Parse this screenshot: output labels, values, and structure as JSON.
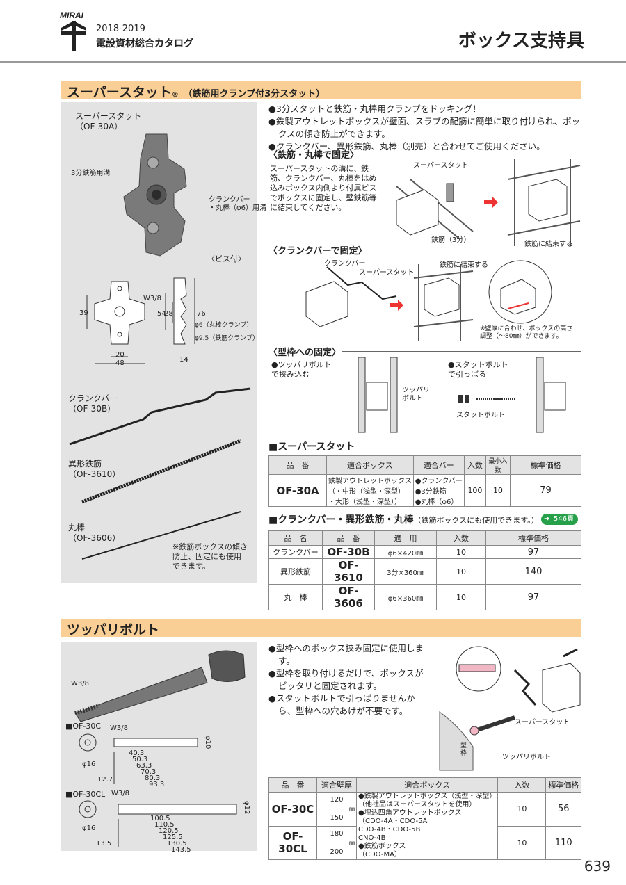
{
  "header": {
    "brand": "MIRAI",
    "year": "2018-2019",
    "catalog": "電設資材総合カタログ",
    "page_title": "ボックス支持具"
  },
  "s1": {
    "title": "スーパースタット",
    "reg": "®",
    "subtitle": "（鉄筋用クランプ付3分スタット）",
    "photo_label": "スーパースタット\n（OF-30A）",
    "groove1": "3分鉄筋用溝",
    "groove2": "クランクバー\n・丸棒（φ6）用溝",
    "screw": "〈ビス付〉",
    "dims": {
      "w38": "W3/8",
      "d39": "39",
      "d20": "20",
      "d48": "48",
      "d54": "54",
      "d28": "28",
      "d76": "76",
      "d14": "14",
      "phi6": "φ6（丸棒クランプ）",
      "phi95": "φ9.5（鉄筋クランプ）"
    },
    "crank_label": "クランクバー\n（OF-30B）",
    "rebar_label": "異形鉄筋\n（OF-3610）",
    "rod_label": "丸棒\n（OF-3606）",
    "note": "※鉄筋ボックスの傾き\n防止、固定にも使用\nできます。",
    "bullets": [
      "●3分スタットと鉄筋・丸棒用クランプをドッキング！",
      "●鉄製アウトレットボックスが壁面、スラブの配筋に簡単に取り付けられ、ボックスの傾き防止ができます。",
      "●クランクバー、異形鉄筋、丸棒（別売）と合わせてご使用ください。"
    ],
    "h_rebar": "〈鉄筋・丸棒で固定〉",
    "rebar_text": "スーパースタットの溝に、鉄筋、クランクバー、丸棒をはめ込みボックス内側より付属ビスでボックスに固定し、壁鉄筋等に結束してください。",
    "fig1": {
      "stud": "スーパースタット",
      "rebar": "鉄筋（3分）",
      "tie": "鉄筋に結束する"
    },
    "h_crank": "〈クランクバーで固定〉",
    "fig2": {
      "crank": "クランクバー",
      "stud": "スーパースタット",
      "tie": "鉄筋に結束する",
      "note": "※壁厚に合わせ、ボックスの高さ調整（～80㎜）ができます。"
    },
    "h_form": "〈型枠への固定〉",
    "fig3": {
      "a": "●ツッパリボルト\nで挟み込む",
      "b": "●スタットボルト\nで引っぱる",
      "tsuppari": "ツッパリ\nボルト",
      "stud": "スタットボルト"
    },
    "t1_heading": "■スーパースタット",
    "t1_head": [
      "品　番",
      "適合ボックス",
      "適合バー",
      "入数",
      "最小入数",
      "標準価格"
    ],
    "t1_row": {
      "code": "OF-30A",
      "box": "鉄製アウトレットボックス\n（・中形（浅型・深型）\n・大形（浅型・深型））",
      "bar": "●クランクバー\n●3分鉄筋\n●丸棒（φ6）",
      "qty": "100",
      "min": "10",
      "price": "79"
    },
    "t2_heading": "■クランクバー・異形鉄筋・丸棒",
    "t2_note": "（鉄筋ボックスにも使用できます。）",
    "t2_ref": "546頁",
    "t2_head": [
      "品　名",
      "品　番",
      "適　用",
      "入数",
      "標準価格"
    ],
    "t2_rows": [
      {
        "name": "クランクバー",
        "code": "OF-30B",
        "use": "φ6×420㎜",
        "qty": "10",
        "price": "97"
      },
      {
        "name": "異形鉄筋",
        "code": "OF-3610",
        "use": "3分×360㎜",
        "qty": "10",
        "price": "140"
      },
      {
        "name": "丸　棒",
        "code": "OF-3606",
        "use": "φ6×360㎜",
        "qty": "10",
        "price": "97"
      }
    ]
  },
  "s2": {
    "title": "ツッパリボルト",
    "w38": "W3/8",
    "c_label": "■OF-30C",
    "cl_label": "■OF-30CL",
    "c_dims": [
      "40.3",
      "50.3",
      "63.3",
      "70.3",
      "80.3",
      "93.3"
    ],
    "c_phi16": "φ16",
    "c_phi10": "φ10",
    "c_left": "12.7",
    "c_w": "W3/8",
    "cl_dims": [
      "100.5",
      "110.5",
      "120.5",
      "125.5",
      "130.5",
      "143.5"
    ],
    "cl_phi16": "φ16",
    "cl_phi12": "φ12",
    "cl_left": "13.5",
    "cl_w": "W3/8",
    "bullets": [
      "●型枠へのボックス挟み固定に使用します。",
      "●型枠を取り付けるだけで、ボックスがピッタリと固定されます。",
      "●スタットボルトで引っぱりませんから、型枠への穴あけが不要です。"
    ],
    "fig": {
      "stud": "スーパースタット",
      "bolt": "ツッパリボルト",
      "form": "型\n枠"
    },
    "t_head": [
      "品　番",
      "適合壁厚",
      "適合ボックス",
      "入数",
      "標準価格"
    ],
    "rows": [
      {
        "code": "OF-30C",
        "wall1": "120",
        "wall2": "150",
        "unit": "㎜",
        "qty": "10",
        "price": "56"
      },
      {
        "code": "OF-30CL",
        "wall1": "180",
        "wall2": "200",
        "unit": "㎜",
        "qty": "10",
        "price": "110"
      }
    ],
    "box_text": "●鉄製アウトレットボックス（浅型・深型）\n（他社品はスーパースタットを使用）\n●埋込四角アウトレットボックス\n（CDO-4A・CDO-5A\nCDO-4B・CDO-5B\nCNO-4B\n●鉄筋ボックス\n（CDO-MA）"
  },
  "page_number": "639"
}
